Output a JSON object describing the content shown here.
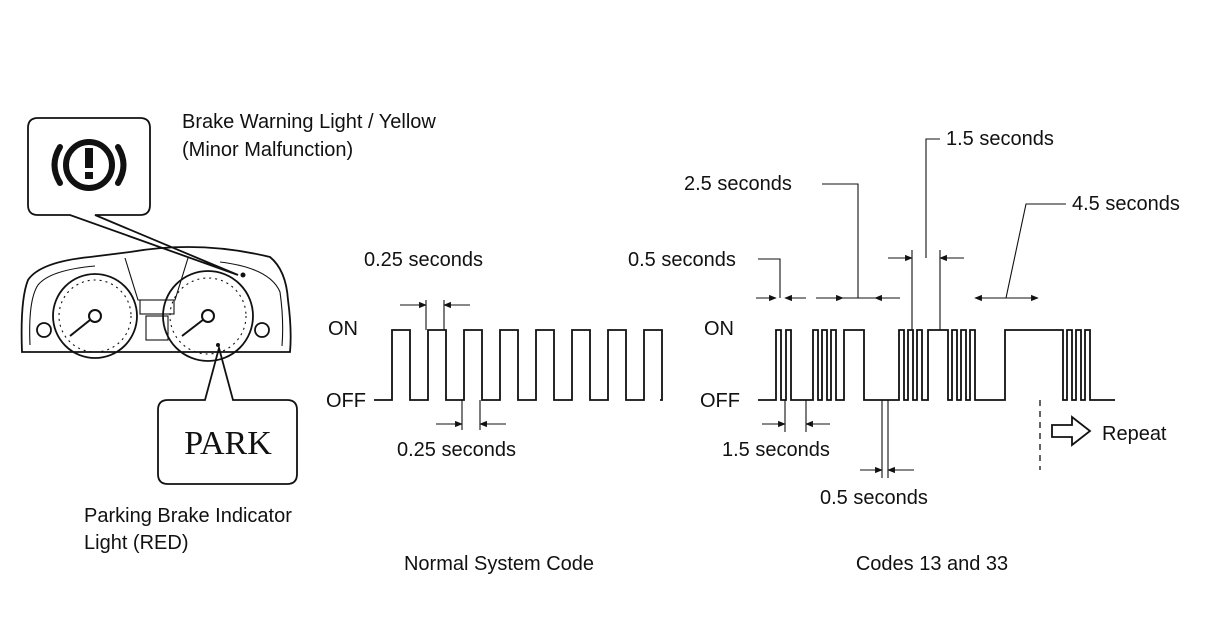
{
  "warning_light": {
    "caption_line1": "Brake Warning Light / Yellow",
    "caption_line2": "(Minor Malfunction)",
    "icon": "brake-warning-circle-exclamation-icon",
    "color": "#e0b000"
  },
  "park_indicator": {
    "badge_text": "PARK",
    "caption_line1": "Parking Brake Indicator",
    "caption_line2": "Light (RED)",
    "color": "#d00000"
  },
  "normal_code": {
    "title": "Normal System Code",
    "on_label": "ON",
    "off_label": "OFF",
    "pulse_on_label": "0.25 seconds",
    "pulse_off_label": "0.25 seconds"
  },
  "codes_13_33": {
    "title": "Codes 13 and 33",
    "on_label": "ON",
    "off_label": "OFF",
    "label_1_5_top": "1.5 seconds",
    "label_2_5": "2.5 seconds",
    "label_4_5": "4.5 seconds",
    "label_0_5_top": "0.5 seconds",
    "label_1_5_bottom": "1.5 seconds",
    "label_0_5_bottom": "0.5 seconds",
    "repeat_label": "Repeat"
  }
}
